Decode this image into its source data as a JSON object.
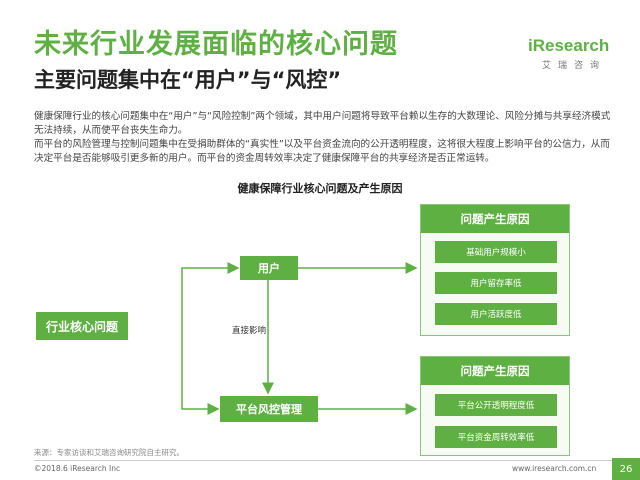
{
  "header": {
    "title": "未来行业发展面临的核心问题",
    "subtitle": "主要问题集中在“用户”与“风控”",
    "logo_main": "iResearch",
    "logo_sub": "艾瑞咨询"
  },
  "body": {
    "paragraph_1": "健康保障行业的核心问题集中在“用户”与“风险控制”两个领域，其中用户问题将导致平台赖以生存的大数理论、风险分摊与共享经济模式无法持续，从而使平台丧失生命力。",
    "paragraph_2": "而平台的风险管理与控制问题集中在受捐助群体的“真实性”以及平台资金流向的公开透明程度，这将很大程度上影响平台的公信力，从而决定平台是否能够吸引更多新的用户。而平台的资金周转效率决定了健康保障平台的共享经济是否正常运转。"
  },
  "diagram": {
    "title": "健康保障行业核心问题及产生原因",
    "root": "行业核心问题",
    "node_user": "用户",
    "node_risk": "平台风控管理",
    "edge_label": "直接影响",
    "panel_user": {
      "title": "问题产生原因",
      "items": [
        "基础用户规模小",
        "用户留存率低",
        "用户活跃度低"
      ]
    },
    "panel_risk": {
      "title": "问题产生原因",
      "items": [
        "平台公开透明程度低",
        "平台资金周转效率低"
      ]
    }
  },
  "footer": {
    "source": "来源：专家访谈和艾瑞咨询研究院自主研究。",
    "copyright": "©2018.6 iResearch Inc",
    "url": "www.iresearch.com.cn",
    "page": "26"
  },
  "colors": {
    "accent": "#5fb043",
    "panel_border": "#8cc67a"
  }
}
